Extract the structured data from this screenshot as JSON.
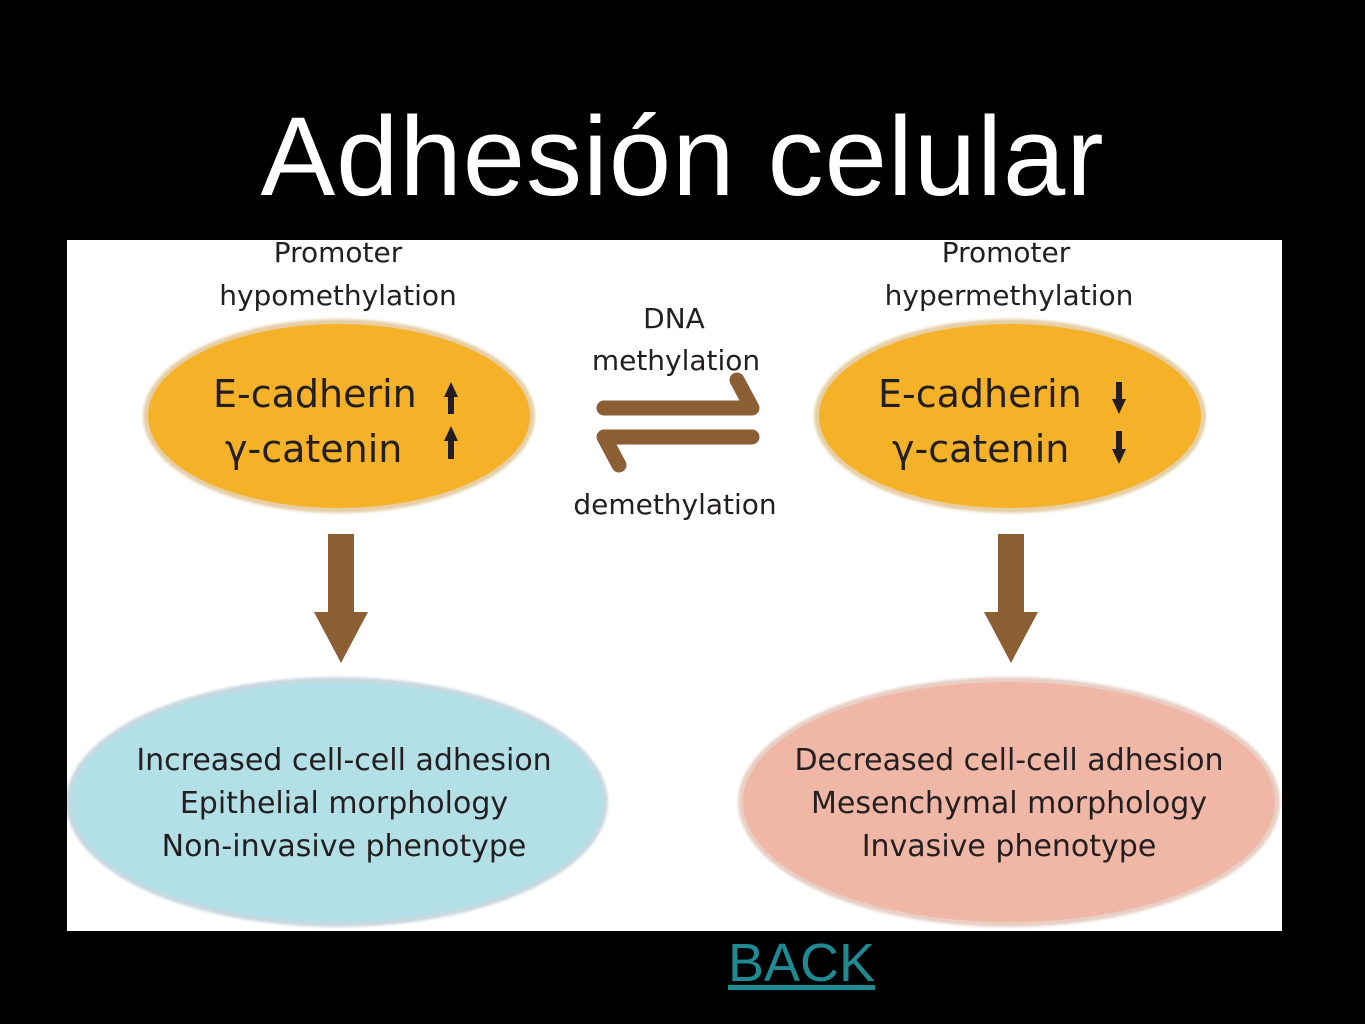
{
  "slide": {
    "title": "Adhesión celular",
    "back_label": "BACK"
  },
  "diagram": {
    "left_state": {
      "heading_line1": "Promoter",
      "heading_line2": "hypomethylation",
      "gene1": "E-cadherin",
      "gene2": "γ-catenin",
      "gene1_arrow": "up-arrow-icon",
      "gene2_arrow": "up-arrow-icon",
      "outcome_line1": "Increased cell-cell adhesion",
      "outcome_line2": "Epithelial morphology",
      "outcome_line3": "Non-invasive phenotype"
    },
    "right_state": {
      "heading_line1": "Promoter",
      "heading_line2": "hypermethylation",
      "gene1": "E-cadherin",
      "gene2": "γ-catenin",
      "gene1_arrow": "down-arrow-icon",
      "gene2_arrow": "down-arrow-icon",
      "outcome_line1": "Decreased cell-cell adhesion",
      "outcome_line2": "Mesenchymal morphology",
      "outcome_line3": "Invasive phenotype"
    },
    "reaction": {
      "forward_line1": "DNA",
      "forward_line2": "methylation",
      "reverse": "demethylation"
    },
    "colors": {
      "gene_ellipse_fill": "#f5b228",
      "gene_ellipse_stroke": "#e6cfa5",
      "left_outcome_fill": "#b3e0e6",
      "left_outcome_stroke": "#c7d8e0",
      "right_outcome_fill": "#f0b6a6",
      "right_outcome_stroke": "#e8cfc4",
      "arrow_brown": "#8b5e34",
      "text_dark": "#231f20",
      "link_teal": "#1f8a93"
    }
  }
}
